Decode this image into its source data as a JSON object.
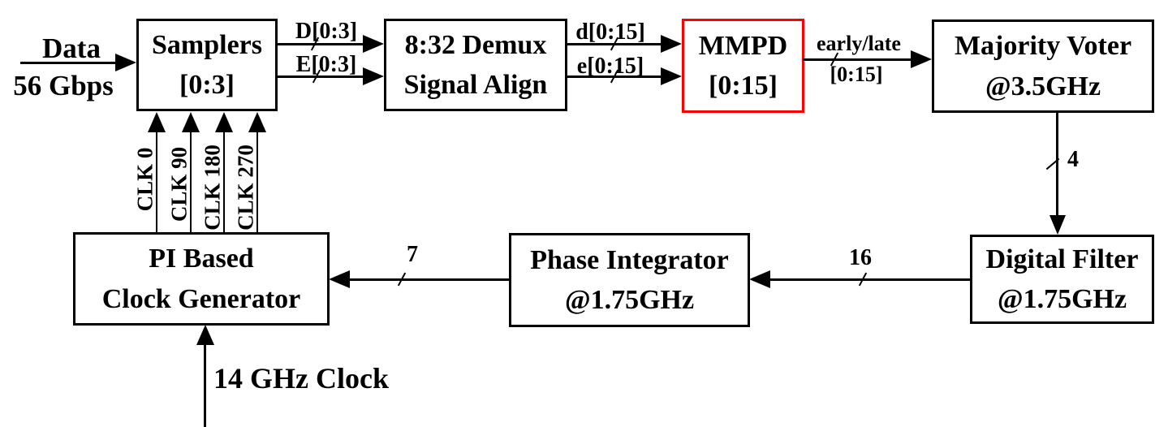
{
  "diagram": {
    "blocks": {
      "samplers": {
        "line1": "Samplers",
        "line2": "[0:3]"
      },
      "demux": {
        "line1": "8:32 Demux",
        "line2": "Signal Align"
      },
      "mmpd": {
        "line1": "MMPD",
        "line2": "[0:15]"
      },
      "majority_voter": {
        "line1": "Majority Voter",
        "line2": "@3.5GHz"
      },
      "digital_filter": {
        "line1": "Digital Filter",
        "line2": "@1.75GHz"
      },
      "phase_integrator": {
        "line1": "Phase Integrator",
        "line2": "@1.75GHz"
      },
      "clock_generator": {
        "line1": "PI Based",
        "line2": "Clock Generator"
      }
    },
    "signals": {
      "input_name": "Data",
      "input_rate": "56 Gbps",
      "d_bus": "D[0:3]",
      "e_bus": "E[0:3]",
      "d16_bus": "d[0:15]",
      "e16_bus": "e[0:15]",
      "early_late": "early/late",
      "early_late_width": "[0:15]",
      "voter_out_width": "4",
      "filter_out_width": "16",
      "integrator_out_width": "7",
      "ref_clock": "14 GHz Clock",
      "clk_phases": [
        "CLK 0",
        "CLK 90",
        "CLK 180",
        "CLK 270"
      ]
    },
    "colors": {
      "line": "#000000",
      "highlight_border": "#fe0000",
      "background": "#ffffff"
    }
  }
}
